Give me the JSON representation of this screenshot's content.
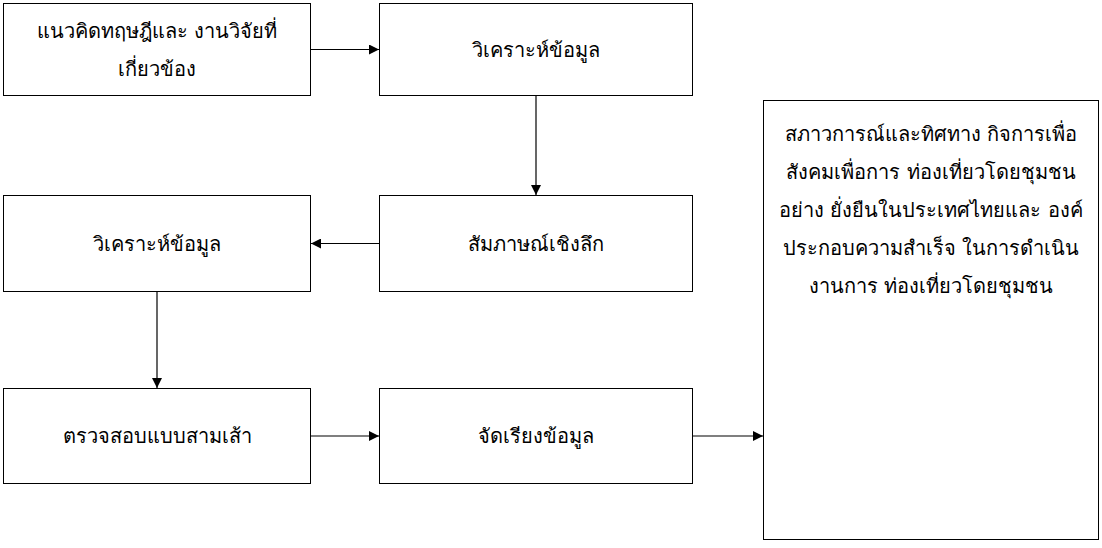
{
  "diagram": {
    "nodes": [
      {
        "text": [
          "แนวคิดทฤษฎีและ งานวิจัยที่เกี่ยวข้อง"
        ]
      },
      {
        "text": [
          "วิเคราะห์ข้อมูล"
        ]
      },
      {
        "text": [
          "สัมภาษณ์เชิงลึก"
        ]
      },
      {
        "text": [
          "วิเคราะห์ข้อมูล"
        ]
      },
      {
        "text": [
          "ตรวจสอบแบบสามเส้า"
        ]
      },
      {
        "text": [
          "จัดเรียงข้อมูล"
        ]
      },
      {
        "text": [
          "สภาวการณ์และทิศทาง กิจการเพื่อสังคมเพื่อการ ท่องเที่ยวโดยชุมชนอย่าง ยั่งยืนในประเทศไทยและ องค์ประกอบความสำเร็จ ในการดำเนินงานการ ท่องเที่ยวโดยชุมชน"
        ]
      }
    ],
    "edges": [
      {
        "from": 0,
        "to": 1,
        "arrow": "to"
      },
      {
        "from": 1,
        "to": 2,
        "arrow": "to"
      },
      {
        "from": 2,
        "to": 3,
        "arrow": "to"
      },
      {
        "from": 3,
        "to": 4,
        "arrow": "to"
      },
      {
        "from": 4,
        "to": 5,
        "arrow": "to"
      },
      {
        "from": 5,
        "to": 6,
        "arrow": "to"
      }
    ]
  }
}
